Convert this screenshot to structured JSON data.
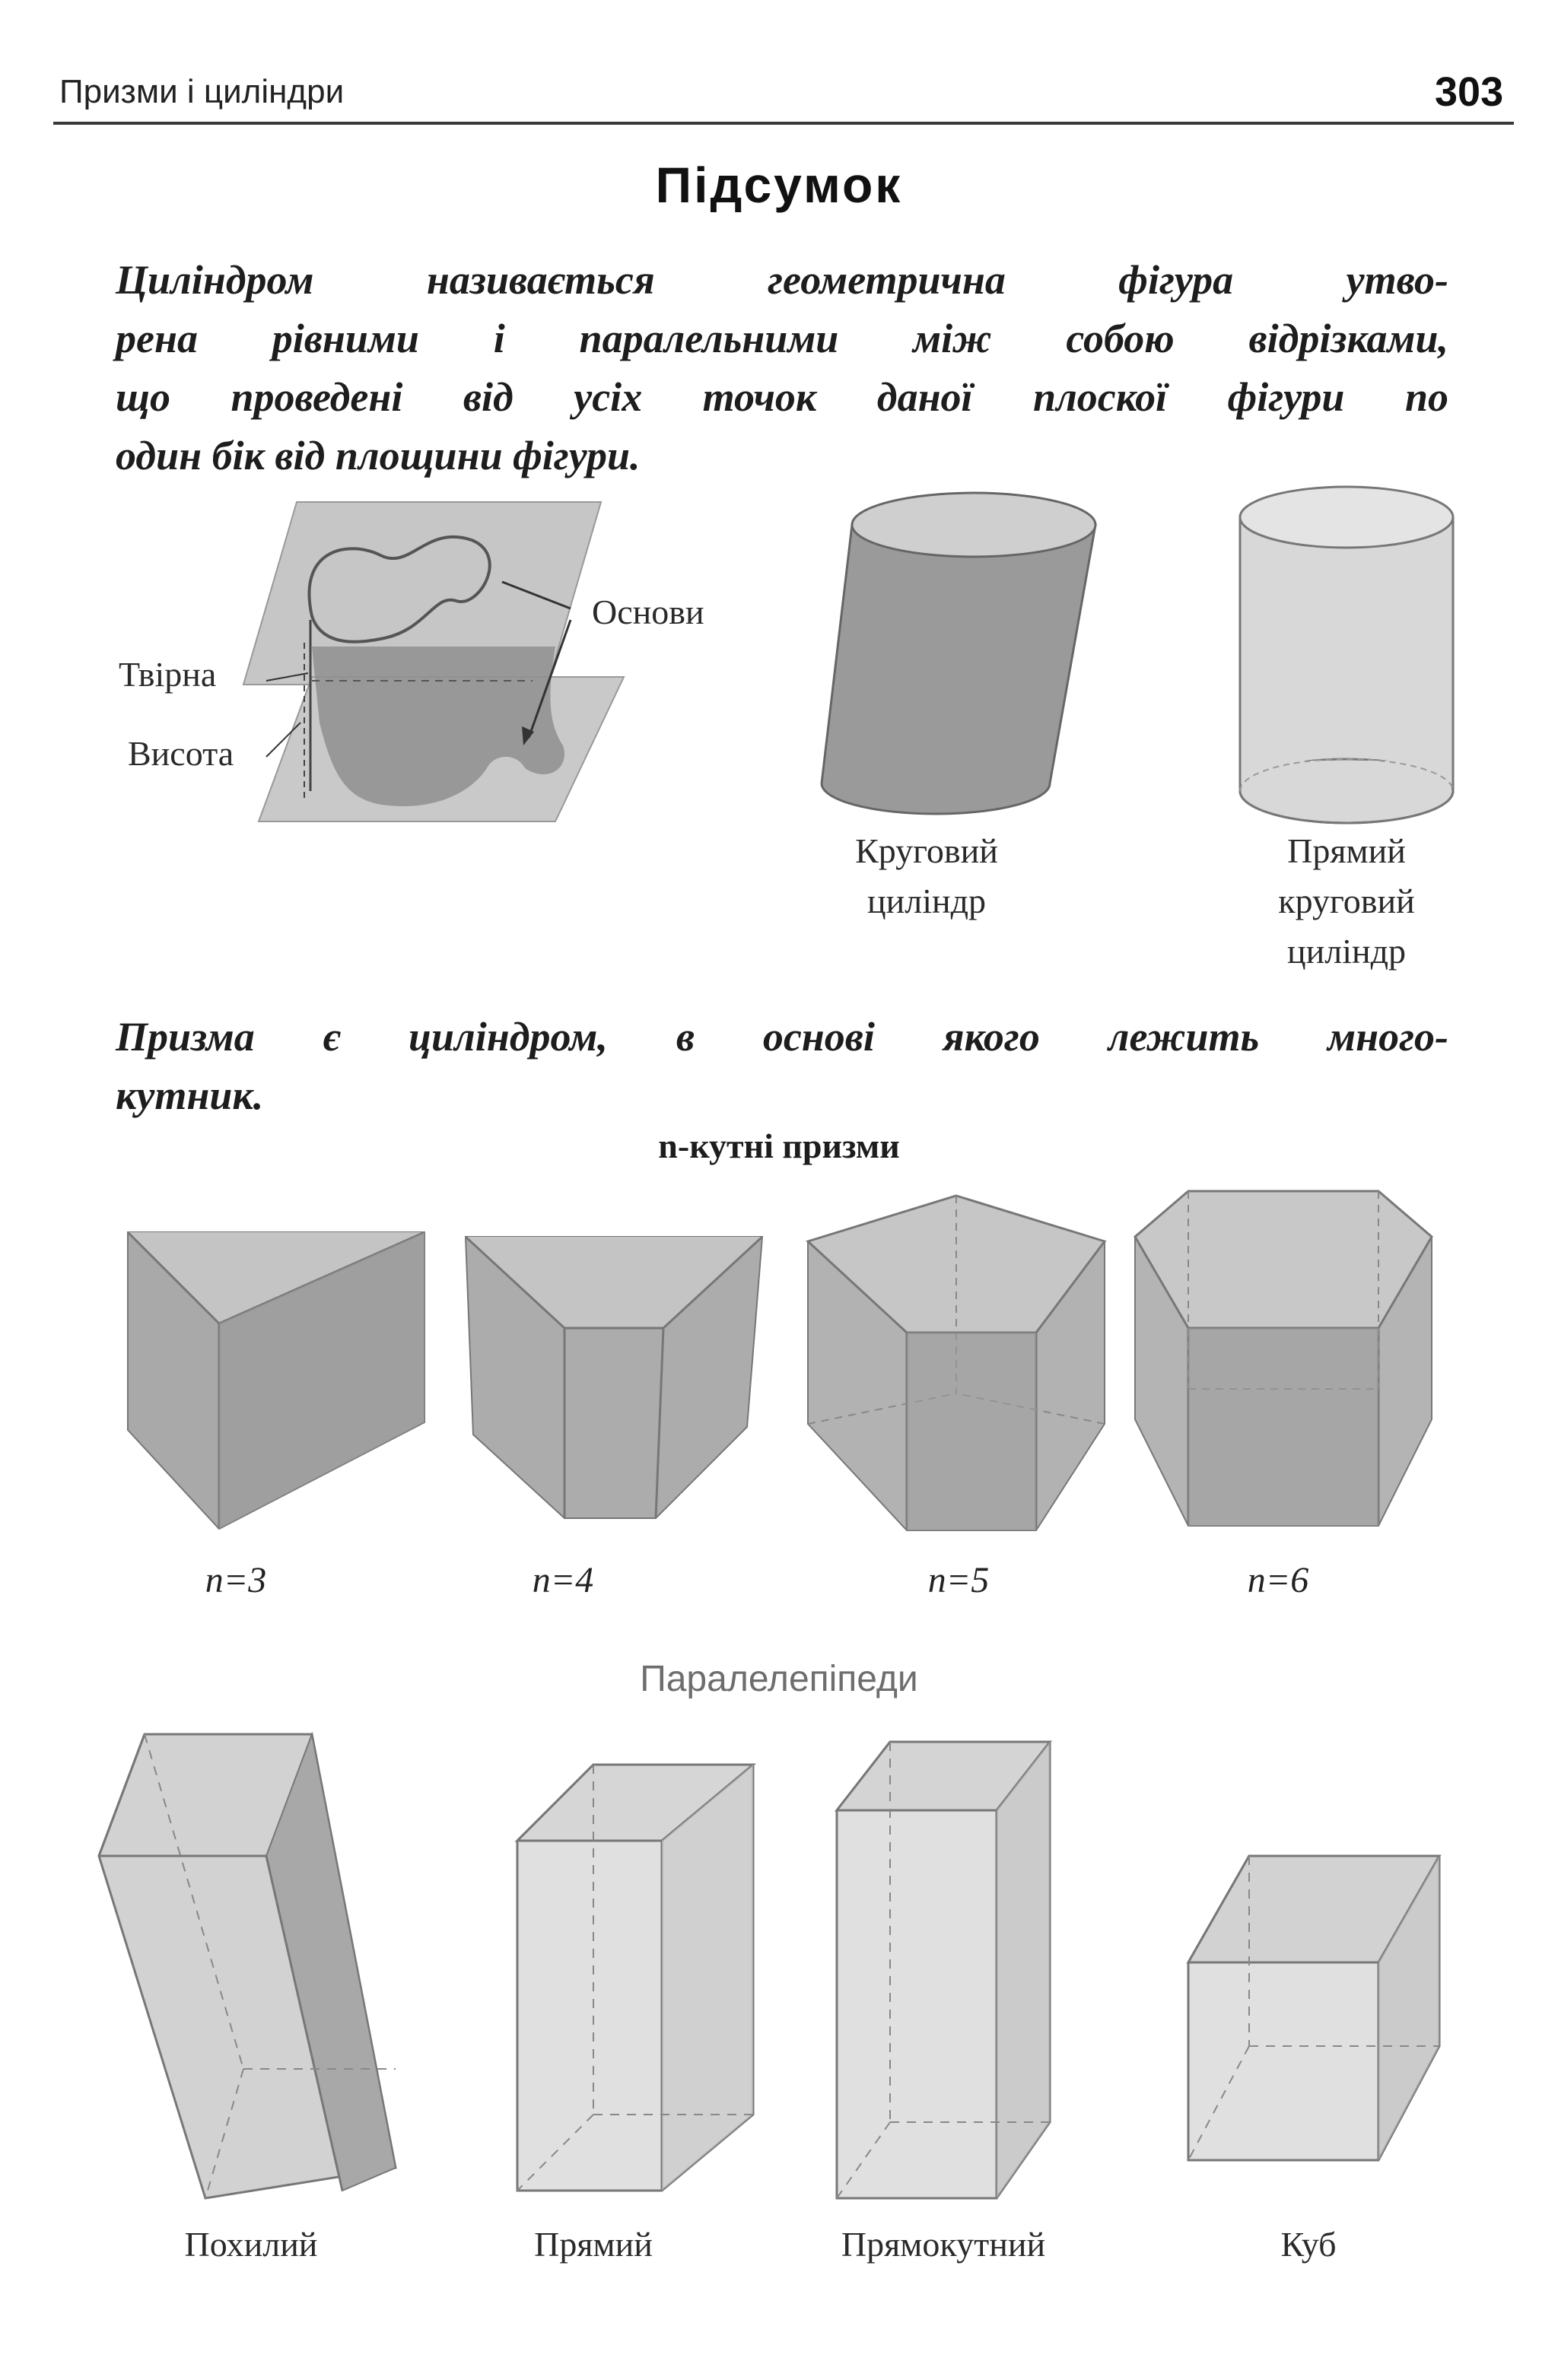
{
  "header": {
    "running_head": "Призми і циліндри",
    "page_number": "303"
  },
  "title": "Підсумок",
  "cylinder_definition": [
    "Циліндром називається геометрична фігура утво-",
    "рена рівними і паралельними між собою відрізками,",
    "що проведені від усіх точок даної плоскої фігури по",
    "один бік від площини фігури."
  ],
  "general_cylinder_labels": {
    "bases": "Основи",
    "generatrix": "Твірна",
    "height": "Висота"
  },
  "cylinder_types": [
    {
      "caption": [
        "Круговий",
        "циліндр"
      ]
    },
    {
      "caption": [
        "Прямий",
        "круговий",
        "циліндр"
      ]
    }
  ],
  "prism_definition": [
    "Призма є циліндром, в основі якого лежить много-",
    "кутник."
  ],
  "prisms_heading": "n-кутні призми",
  "prisms": [
    {
      "label": "n=3"
    },
    {
      "label": "n=4"
    },
    {
      "label": "n=5"
    },
    {
      "label": "n=6"
    }
  ],
  "parallelepipeds_heading": "Паралелепіпеди",
  "parallelepipeds": [
    {
      "label": "Похилий"
    },
    {
      "label": "Прямий"
    },
    {
      "label": "Прямокутний"
    },
    {
      "label": "Куб"
    }
  ],
  "colors": {
    "figure_fill": "#b7b7b7",
    "figure_dark": "#8e8e8e",
    "plane_fill": "#c8c8c8",
    "light_fill": "#dadada"
  }
}
